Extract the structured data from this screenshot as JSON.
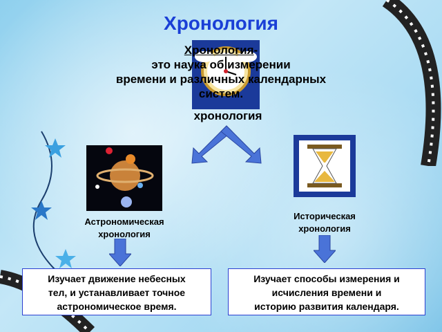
{
  "title": "Хронология",
  "definition": {
    "term": "Хронология",
    "dash": "-",
    "line1": "это наука об измерении",
    "line2": "времени и различных календарных",
    "line3": "систем."
  },
  "subtitle": "хронология",
  "left": {
    "label_line1": "Астрономическая",
    "label_line2": "хронология",
    "box_line1": "Изучает движение небесных",
    "box_line2": "тел, и устанавливает точное",
    "box_line3": "астрономическое время."
  },
  "right": {
    "label_line1": "Историческая",
    "label_line2": "хронология",
    "box_line1": "Изучает способы измерения и",
    "box_line2": "исчисления времени и",
    "box_line3": "историю развития календаря."
  },
  "colors": {
    "title": "#1a3fd6",
    "arrow": "#4a73d8",
    "box_border": "#2b3fd0",
    "icon_frame": "#1b3a9a"
  },
  "icons": [
    "clock-icon",
    "planets-icon",
    "hourglass-icon",
    "star-icon"
  ]
}
